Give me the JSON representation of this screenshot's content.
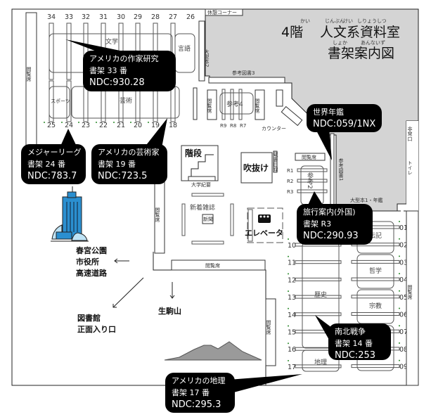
{
  "title": {
    "floor": "4階",
    "room": "人文系資料室",
    "room_ruby": [
      "かい",
      "じんぶん",
      "けい",
      "しりょうしつ"
    ],
    "subtitle": "書架案内図",
    "subtitle_ruby": [
      "しょか",
      "あんないず"
    ]
  },
  "colors": {
    "restricted_area": "#d4d4d4",
    "callout": "#000000",
    "building": "#2b8fd0"
  },
  "top_shelf_numbers": [
    "34",
    "33",
    "32",
    "31",
    "30",
    "29",
    "28",
    "27",
    "26"
  ],
  "bottom_shelf_numbers": [
    "25",
    "24",
    "23",
    "22",
    "21",
    "20",
    "19",
    "18"
  ],
  "left_sections": {
    "literature": "文学",
    "language": "言語",
    "sports": "スポーツ",
    "art": "芸術"
  },
  "right_left_shelf_numbers": [
    "10",
    "11",
    "12",
    "13",
    "14",
    "15",
    "16",
    "17"
  ],
  "right_right_shelf_numbers": [
    "01",
    "02",
    "03",
    "04",
    "05",
    "06",
    "07",
    "08",
    "09"
  ],
  "right_sections": {
    "history": "歴史",
    "geography": "地理",
    "biography": "伝記",
    "philosophy": "哲学",
    "religion": "宗教"
  },
  "labels": {
    "rest_corner": "休憩コーナー",
    "oversize_2": "大型本2",
    "reference_3": "参考図書3",
    "reference_4": "参考4",
    "r9": "R9",
    "r8": "R8",
    "r7": "R7",
    "counter": "カウンター",
    "reading_seat": "閲覧席",
    "stairs": "階段",
    "university_bulletins": "大学紀要",
    "atrium": "吹抜け",
    "catalog": "蔵書目録",
    "r1": "R1",
    "r2": "R2",
    "r3": "R3",
    "reference_2": "参考2",
    "reference_1": "参考図書1",
    "oversize_1": "大型本1・年鑑",
    "emergency_exit": "非常口",
    "toilet": "トイレ",
    "new_magazines": "新着雑誌",
    "newspapers": "新聞",
    "elevator": "エレベータ"
  },
  "directions": {
    "park_lines": [
      "春宮公園",
      "市役所",
      "高速道路"
    ],
    "entrance_lines": [
      "図書館",
      "正面入り口"
    ],
    "mountain": "生駒山"
  },
  "callouts": [
    {
      "lines": [
        "アメリカの作家研究",
        "書架 33 番",
        "NDC:930.28"
      ]
    },
    {
      "lines": [
        "メジャーリーグ",
        "書架 24 番",
        "NDC:783.7"
      ]
    },
    {
      "lines": [
        "アメリカの芸術家",
        "書架 19 番",
        "NDC:723.5"
      ]
    },
    {
      "lines": [
        "世界年鑑",
        "NDC:059/1NX"
      ]
    },
    {
      "lines": [
        "旅行案内(外国)",
        "書架 R3",
        "NDC:290.93"
      ]
    },
    {
      "lines": [
        "南北戦争",
        "書架 14 番",
        "NDC:253"
      ]
    },
    {
      "lines": [
        "アメリカの地理",
        "書架 17 番",
        "NDC:295.3"
      ]
    }
  ]
}
